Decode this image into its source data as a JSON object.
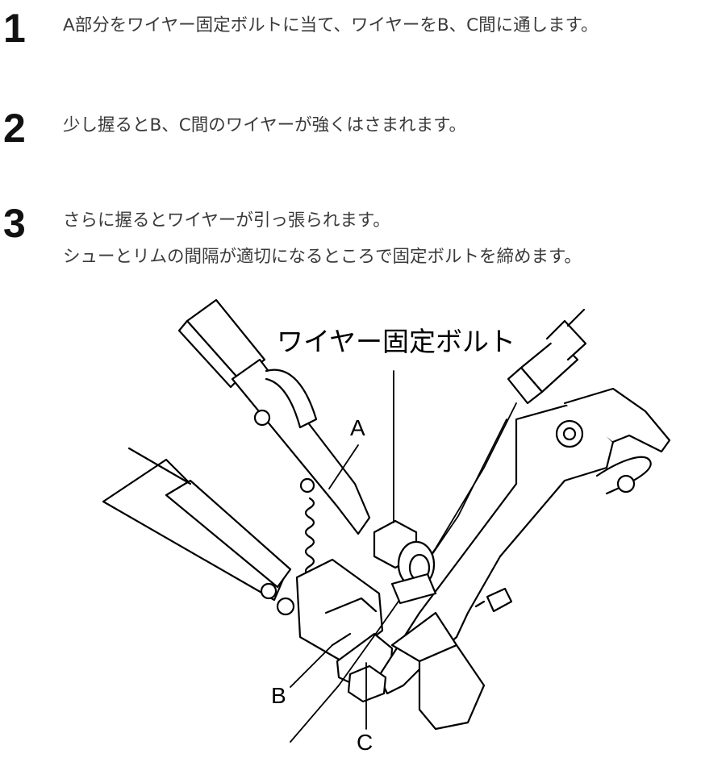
{
  "steps": [
    {
      "number": "1",
      "lines": [
        "A部分をワイヤー固定ボルトに当て、ワイヤーをB、C間に通します。"
      ]
    },
    {
      "number": "2",
      "lines": [
        "少し握るとB、C間のワイヤーが強くはさまれます。"
      ]
    },
    {
      "number": "3",
      "lines": [
        "さらに握るとワイヤーが引っ張られます。",
        "シューとリムの間隔が適切になるところで固定ボルトを締めます。"
      ]
    }
  ],
  "illustration": {
    "labels": {
      "bolt": "ワイヤー固定ボルト",
      "a": "A",
      "b": "B",
      "c": "C"
    }
  }
}
